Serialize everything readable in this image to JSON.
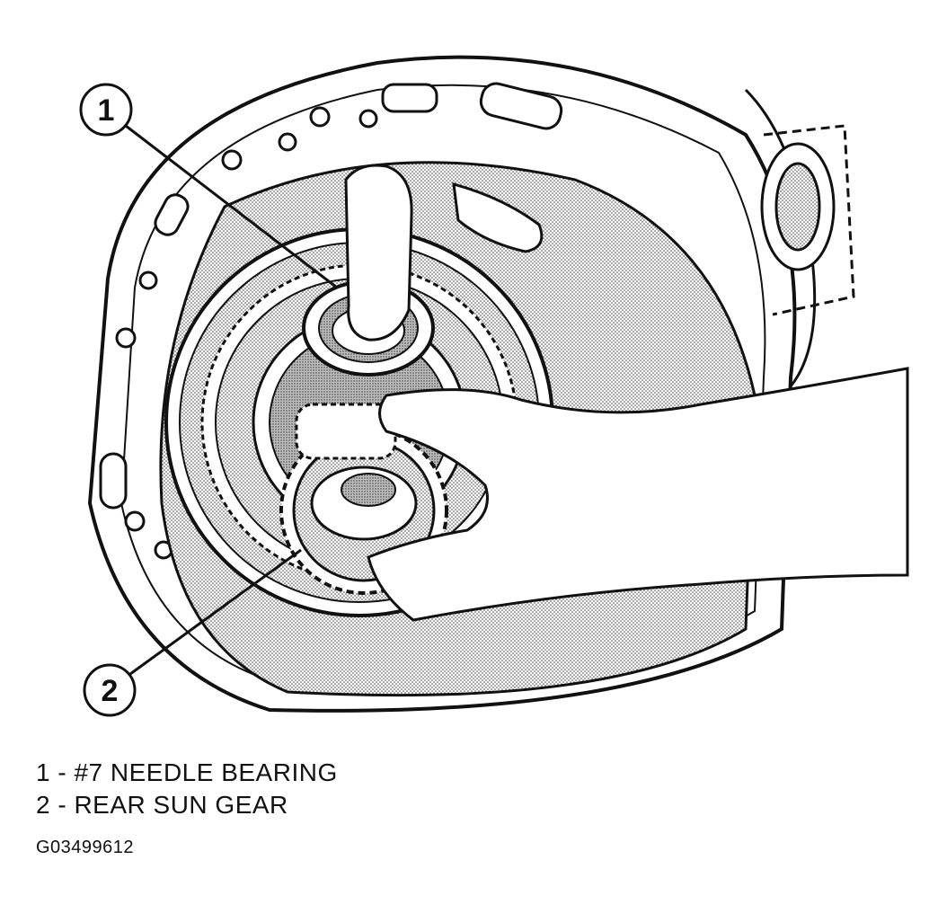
{
  "callouts": [
    {
      "number": "1"
    },
    {
      "number": "2"
    }
  ],
  "legend": [
    {
      "text": "1 - #7 NEEDLE BEARING"
    },
    {
      "text": "2 - REAR SUN GEAR"
    }
  ],
  "figure_id": "G03499612",
  "colors": {
    "ink": "#111111",
    "shading": "#c8c8c8",
    "paper": "#ffffff"
  }
}
